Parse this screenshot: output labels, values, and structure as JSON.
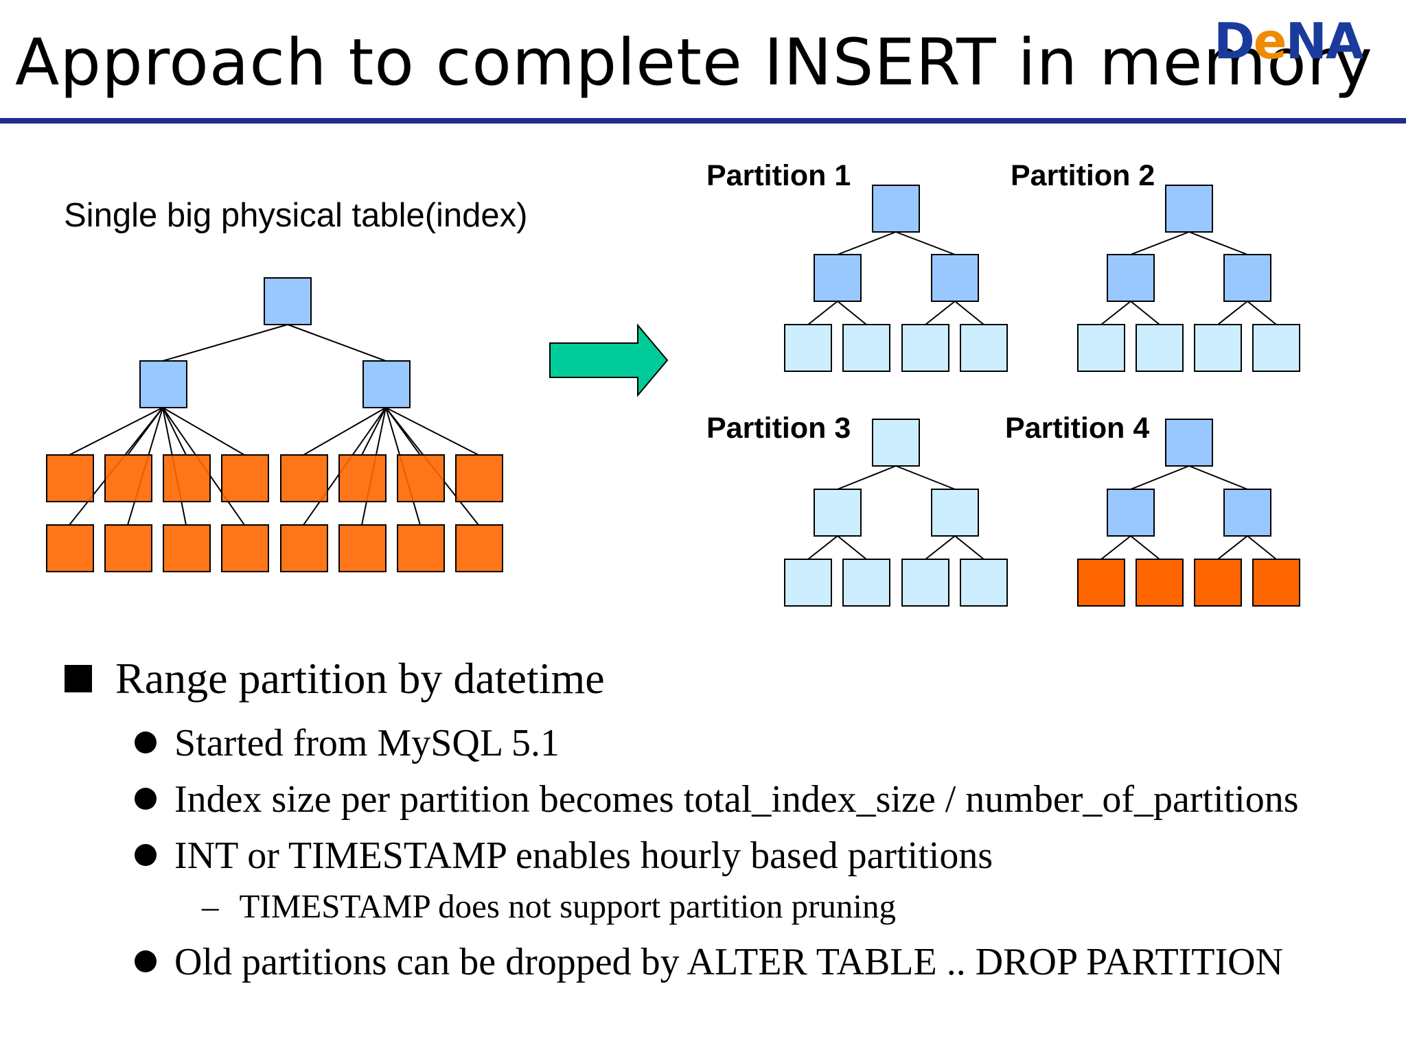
{
  "slide": {
    "title": "Approach to complete INSERT in memory",
    "logo": {
      "text_prefix": "D",
      "text_accent": "e",
      "text_suffix": "NA"
    }
  },
  "diagram": {
    "single_table_label": "Single big physical table(index)",
    "partitions": [
      {
        "label": "Partition 1"
      },
      {
        "label": "Partition 2"
      },
      {
        "label": "Partition 3"
      },
      {
        "label": "Partition 4"
      }
    ],
    "colors": {
      "cached_node": "#99c8ff",
      "uncached_node": "#cceeff",
      "leaf_hot": "#ff6600",
      "arrow": "#00cc99",
      "line": "#000000"
    }
  },
  "bullets": {
    "main": "Range partition by datetime",
    "items": [
      "Started from MySQL 5.1",
      "Index size per partition becomes total_index_size / number_of_partitions",
      "INT or TIMESTAMP enables hourly based partitions"
    ],
    "sub_item": "TIMESTAMP does not support partition pruning",
    "last_item": "Old partitions can be dropped by ALTER TABLE .. DROP PARTITION"
  }
}
